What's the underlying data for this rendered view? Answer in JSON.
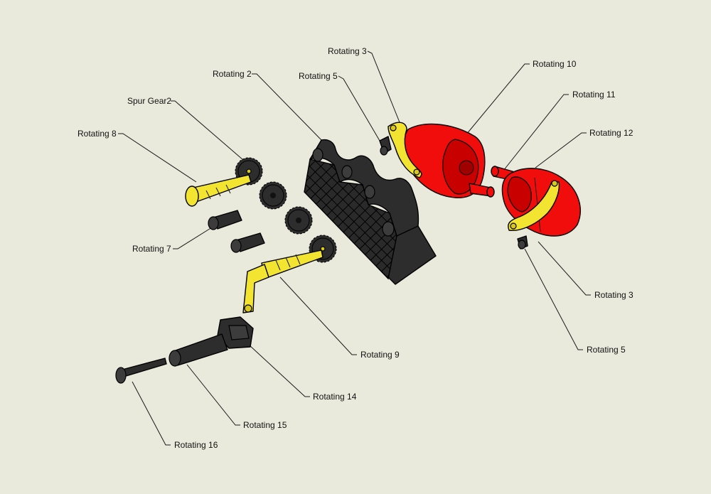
{
  "diagram": {
    "labels": [
      {
        "id": "rotating-3-top",
        "text": "Rotating 3"
      },
      {
        "id": "rotating-10",
        "text": "Rotating 10"
      },
      {
        "id": "rotating-2",
        "text": "Rotating 2"
      },
      {
        "id": "rotating-5-top",
        "text": "Rotating 5"
      },
      {
        "id": "rotating-11",
        "text": "Rotating 11"
      },
      {
        "id": "spur-gear2",
        "text": "Spur Gear2"
      },
      {
        "id": "rotating-12",
        "text": "Rotating 12"
      },
      {
        "id": "rotating-8",
        "text": "Rotating 8"
      },
      {
        "id": "rotating-7",
        "text": "Rotating 7"
      },
      {
        "id": "rotating-3-right",
        "text": "Rotating 3"
      },
      {
        "id": "rotating-5-right",
        "text": "Rotating 5"
      },
      {
        "id": "rotating-9",
        "text": "Rotating 9"
      },
      {
        "id": "rotating-14",
        "text": "Rotating 14"
      },
      {
        "id": "rotating-15",
        "text": "Rotating 15"
      },
      {
        "id": "rotating-16",
        "text": "Rotating 16"
      }
    ],
    "colors": {
      "background": "#e9e9dc",
      "black_parts": "#2d2d2d",
      "yellow_parts": "#f2e431",
      "red_parts": "#f20d0d"
    }
  }
}
